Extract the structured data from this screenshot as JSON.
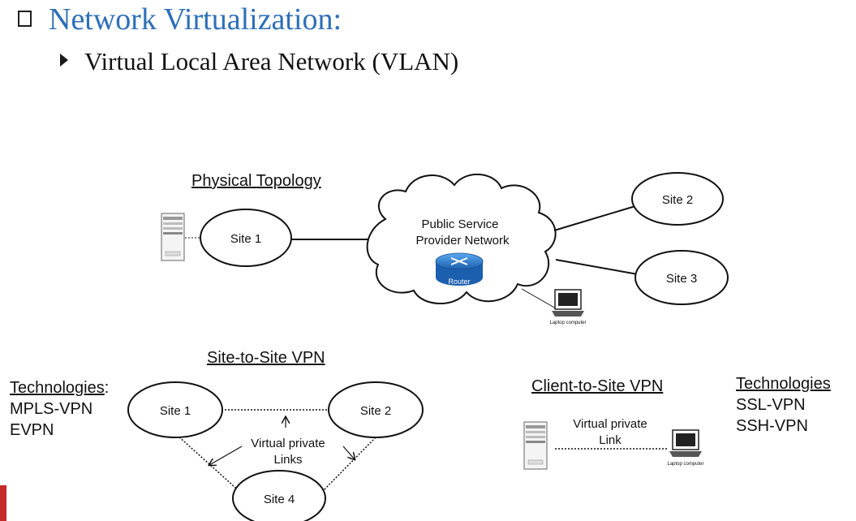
{
  "header": {
    "title": "Network Virtualization:",
    "subtitle": "Virtual Local Area Network (VLAN)"
  },
  "physical": {
    "heading": "Physical Topology",
    "cloud_line1": "Public Service",
    "cloud_line2": "Provider Network",
    "router_label": "Router",
    "site1": "Site 1",
    "site2": "Site 2",
    "site3": "Site 3",
    "laptop_caption": "Laptop computer"
  },
  "s2s": {
    "heading": "Site-to-Site VPN",
    "site1": "Site 1",
    "site2": "Site 2",
    "site4": "Site 4",
    "links_line1": "Virtual private",
    "links_line2": "Links"
  },
  "c2s": {
    "heading": "Client-to-Site VPN",
    "link_line1": "Virtual private",
    "link_line2": "Link",
    "laptop_caption": "Laptop computer"
  },
  "tech_left": {
    "heading": "Technologies",
    "colon": ":",
    "item1": "MPLS-VPN",
    "item2": "EVPN"
  },
  "tech_right": {
    "heading": "Technologies",
    "item1": "SSL-VPN",
    "item2": "SSH-VPN"
  },
  "colors": {
    "title": "#2e6fb8",
    "router": "#2a7fd4"
  }
}
